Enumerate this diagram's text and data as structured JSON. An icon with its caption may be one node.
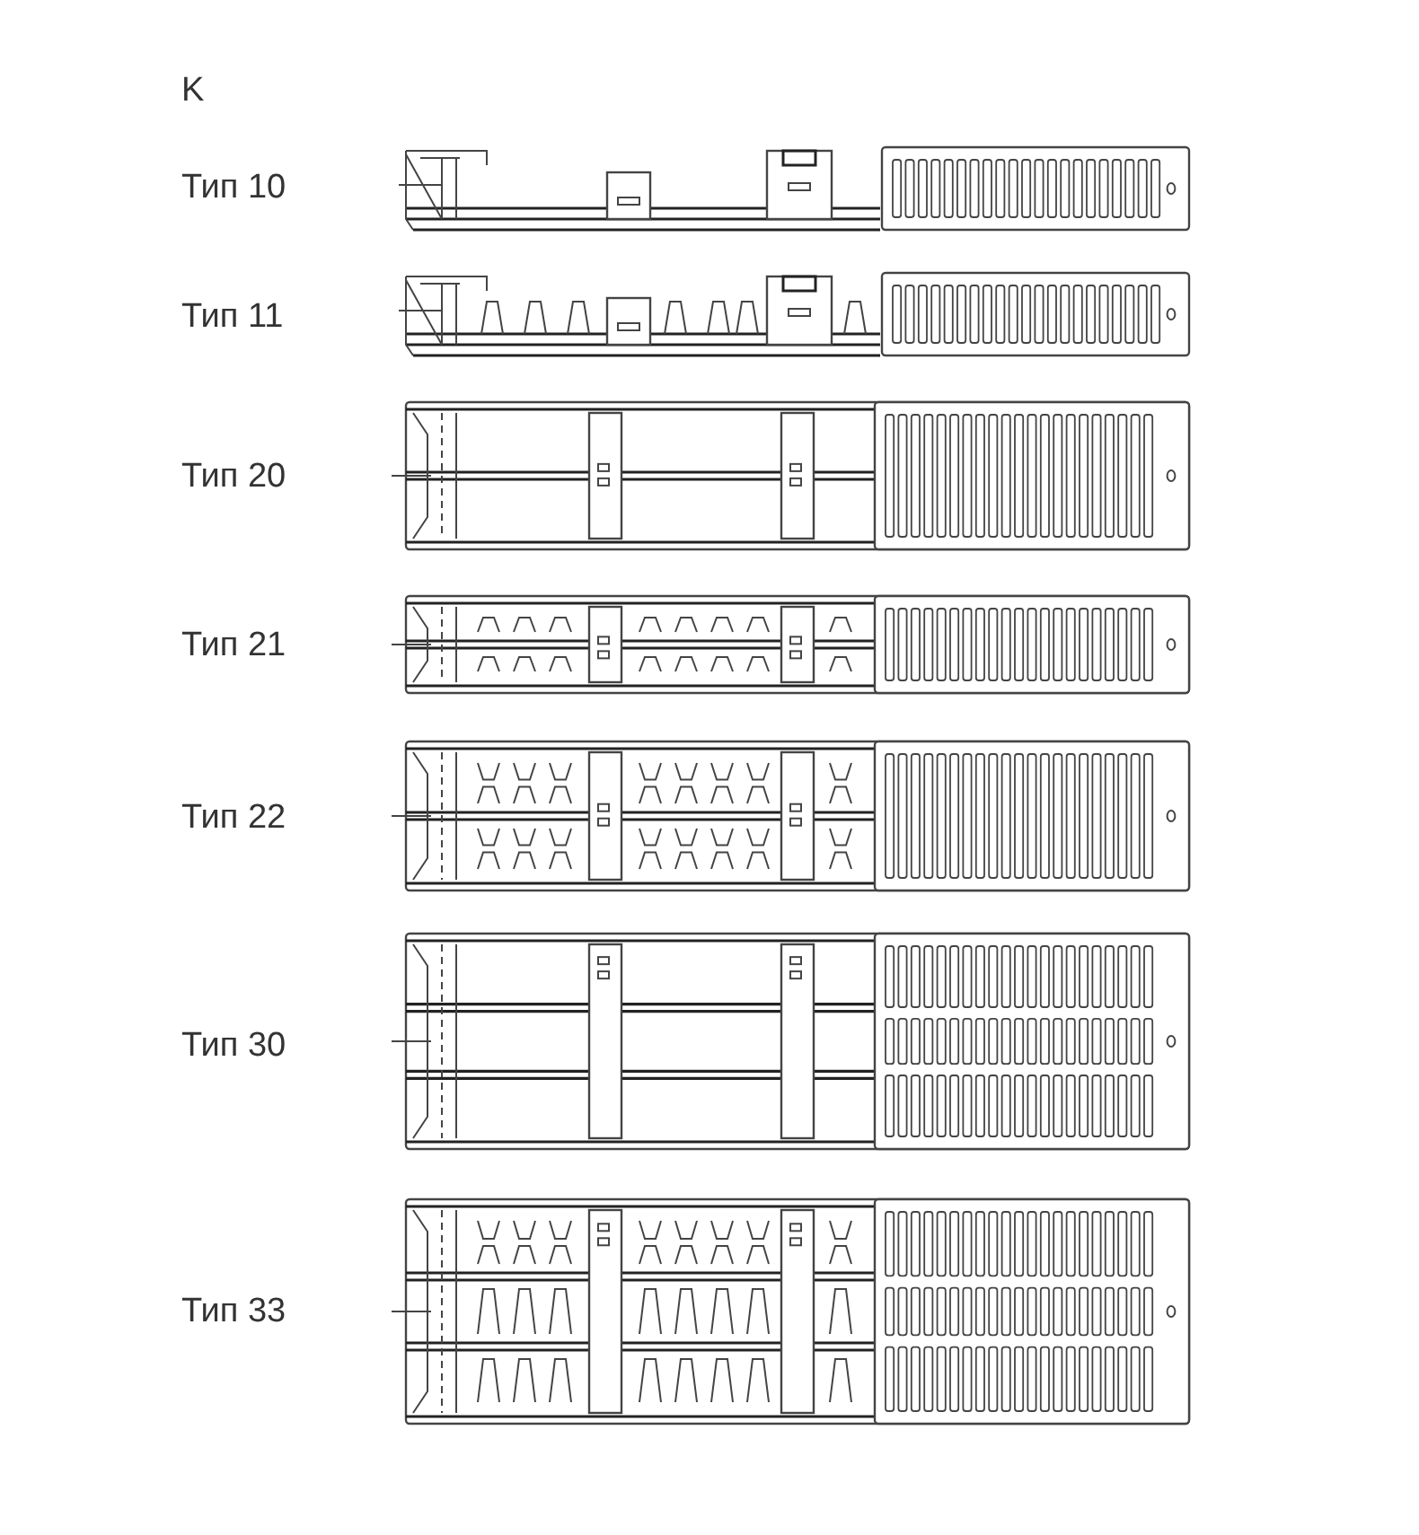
{
  "diagram": {
    "labels": [
      "K",
      "Тип 10",
      "Тип 11",
      "Тип 20",
      "Тип 21",
      "Тип 22",
      "Тип 30",
      "Тип 33"
    ]
  }
}
